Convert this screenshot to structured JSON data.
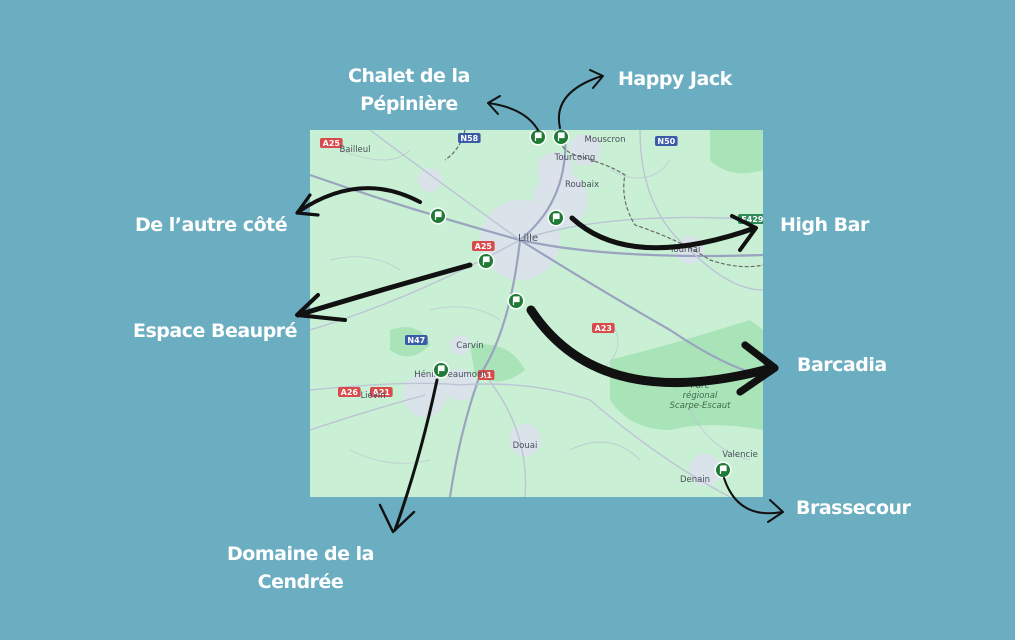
{
  "colors": {
    "background": "#6badc1",
    "map_land": "#c9f0d4",
    "map_forest": "#a9e3b8",
    "road": "#bcc4d6",
    "motorway": "#9aa3bf",
    "urban": "#dde1ec",
    "border": "#6a6a6a",
    "pin": "#1e7a35",
    "arrow": "#111111",
    "label_text": "#ffffff"
  },
  "pin_icon": "green-flag-marker",
  "map": {
    "towns": [
      "Bailleul",
      "Mouscron",
      "Tourcoing",
      "Roubaix",
      "Lille",
      "Tournai",
      "Carvin",
      "Liévin",
      "Hénin-Beaumont",
      "Douai",
      "Denain",
      "Valencie"
    ],
    "road_badges": [
      "A25",
      "N58",
      "N50",
      "E429",
      "A25",
      "A23",
      "N47",
      "A1",
      "A26",
      "A21"
    ],
    "park_label": [
      "Parc",
      "régional",
      "Scarpe-Escaut"
    ]
  },
  "destinations": [
    {
      "name_lines": [
        "Chalet de la",
        "Pépinière"
      ]
    },
    {
      "name_lines": [
        "Happy Jack"
      ]
    },
    {
      "name_lines": [
        "De l’autre côté"
      ]
    },
    {
      "name_lines": [
        "High Bar"
      ]
    },
    {
      "name_lines": [
        "Espace Beaupré"
      ]
    },
    {
      "name_lines": [
        "Barcadia"
      ]
    },
    {
      "name_lines": [
        "Brassecour"
      ]
    },
    {
      "name_lines": [
        "Domaine de la",
        "Cendrée"
      ]
    }
  ]
}
